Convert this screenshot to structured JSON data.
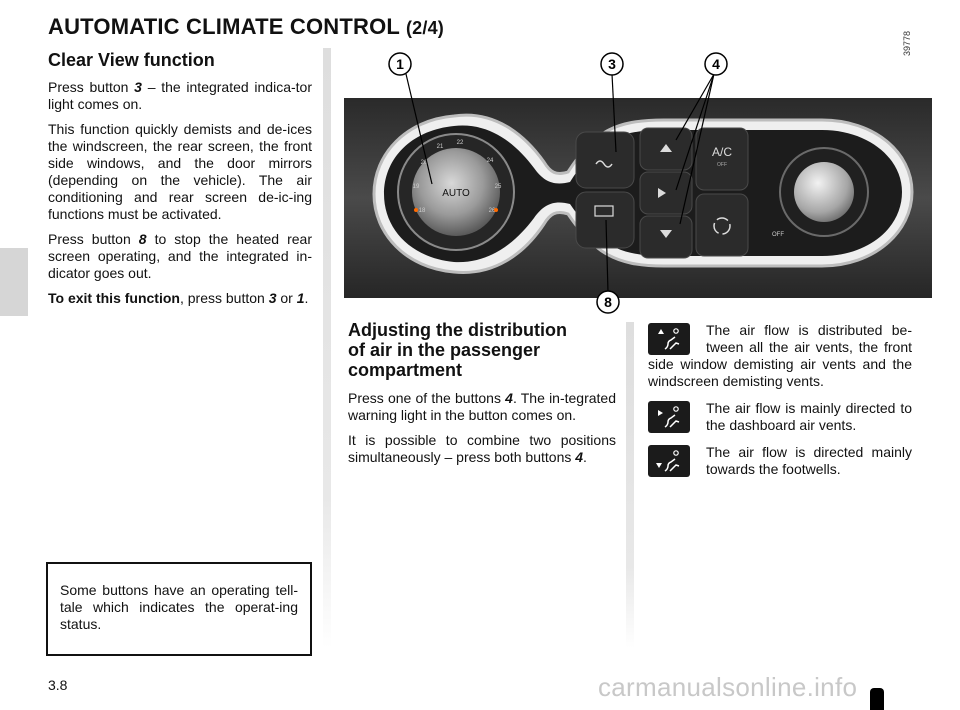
{
  "page": {
    "title": "AUTOMATIC CLIMATE CONTROL",
    "title_part": "(2/4)",
    "page_number": "3.8"
  },
  "clear_view": {
    "heading": "Clear View function",
    "p1_a": "Press button ",
    "p1_ref": "3",
    "p1_b": " – the integrated indica-tor light comes on.",
    "p2": "This function quickly demists and de-ices the windscreen, the rear screen, the front side windows, and the door mirrors (depending on the vehicle). The air conditioning and rear screen de-ic-ing functions must be activated.",
    "p3_a": "Press button ",
    "p3_ref": "8",
    "p3_b": " to stop the heated rear screen operating, and the integrated in-dicator goes out.",
    "p4_strong": "To exit this function",
    "p4_a": ", press button ",
    "p4_ref1": "3",
    "p4_b": " or ",
    "p4_ref2": "1",
    "p4_c": "."
  },
  "note": {
    "text": "Some buttons have an operating tell-tale which indicates the operat-ing status."
  },
  "figure": {
    "ref_code": "39778",
    "callouts": [
      "1",
      "3",
      "4",
      "8"
    ],
    "auto_label": "AUTO",
    "ac_label": "A/C",
    "ac_sub": "OFF",
    "off_label": "OFF",
    "temps": [
      "18",
      "19",
      "20",
      "21",
      "22",
      "24",
      "25",
      "26"
    ]
  },
  "distribution": {
    "heading_l1": "Adjusting the distribution",
    "heading_l2": "of air in the passenger",
    "heading_l3": "compartment",
    "p1_a": "Press one of the buttons ",
    "p1_ref": "4",
    "p1_b": ". The in-tegrated warning light in the button comes on.",
    "p2_a": "It is possible to combine two positions simultaneously – press both buttons ",
    "p2_ref": "4",
    "p2_b": "."
  },
  "modes": [
    {
      "icon": "air-distribution-windscreen-icon",
      "text": "The air flow is distributed be-tween all the air vents, the front side window demisting air vents and the windscreen demisting vents."
    },
    {
      "icon": "air-distribution-dashboard-icon",
      "text": "The air flow is mainly directed to the dashboard air vents."
    },
    {
      "icon": "air-distribution-footwell-icon",
      "text": "The air flow is directed mainly towards the footwells."
    }
  ],
  "watermark": "carmanualsonline.info"
}
